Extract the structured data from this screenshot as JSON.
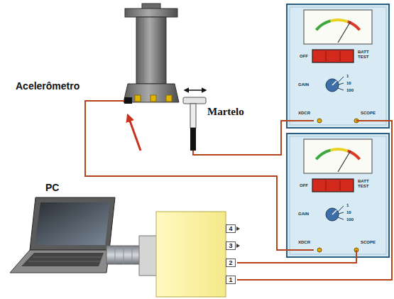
{
  "diagram": {
    "nodes": [
      {
        "text": [
          "OFF",
          "BATT TEST",
          "GAIN",
          "1",
          "10",
          "100",
          "XDCR",
          "SCOPE"
        ]
      },
      {
        "text": [
          "OFF",
          "BATT TEST",
          "GAIN",
          "1",
          "10",
          "100",
          "XDCR",
          "SCOPE"
        ]
      },
      {
        "text": [
          "4",
          "3",
          "2",
          "1"
        ]
      }
    ],
    "edges": [
      {
        "from": 0,
        "to": 2,
        "arrow": "none"
      },
      {
        "from": 1,
        "to": 2,
        "arrow": "none"
      }
    ],
    "labels": [
      "Acelerômetro",
      "Martelo",
      "PC"
    ]
  }
}
